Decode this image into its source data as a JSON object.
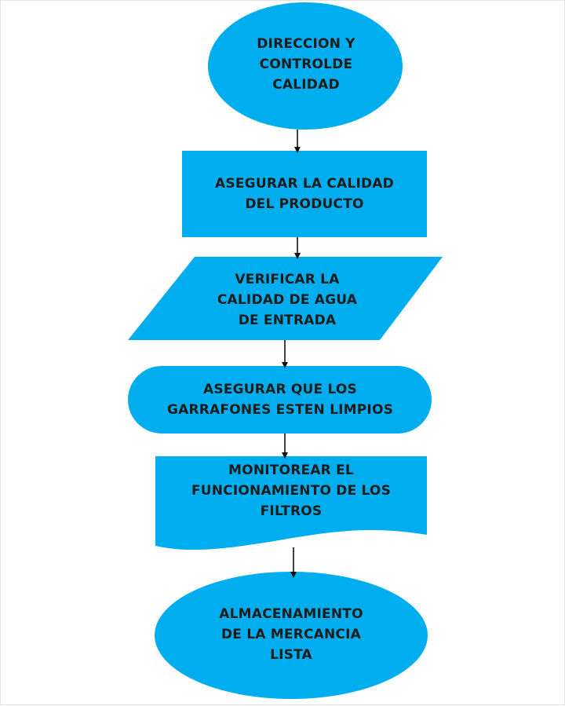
{
  "colors": {
    "shape_fill": "#00AEEF",
    "connector": "#111111",
    "text": "#1c1c1c"
  },
  "nodes": [
    {
      "id": "n1",
      "shape": "ellipse",
      "text": "DIRECCION Y\nCONTROLDE\nCALIDAD"
    },
    {
      "id": "n2",
      "shape": "rectangle",
      "text": "ASEGURAR LA CALIDAD\nDEL PRODUCTO"
    },
    {
      "id": "n3",
      "shape": "parallelogram",
      "text": "VERIFICAR LA\nCALIDAD DE AGUA\nDE ENTRADA"
    },
    {
      "id": "n4",
      "shape": "stadium",
      "text": "ASEGURAR QUE LOS\nGARRAFONES ESTEN LIMPIOS"
    },
    {
      "id": "n5",
      "shape": "document",
      "text": "MONITOREAR EL\nFUNCIONAMIENTO DE LOS\nFILTROS"
    },
    {
      "id": "n6",
      "shape": "ellipse",
      "text": "ALMACENAMIENTO\nDE LA MERCANCIA\nLISTA"
    }
  ],
  "edges": [
    {
      "from": "n1",
      "to": "n2"
    },
    {
      "from": "n2",
      "to": "n3"
    },
    {
      "from": "n3",
      "to": "n4"
    },
    {
      "from": "n4",
      "to": "n5"
    },
    {
      "from": "n5",
      "to": "n6"
    }
  ]
}
